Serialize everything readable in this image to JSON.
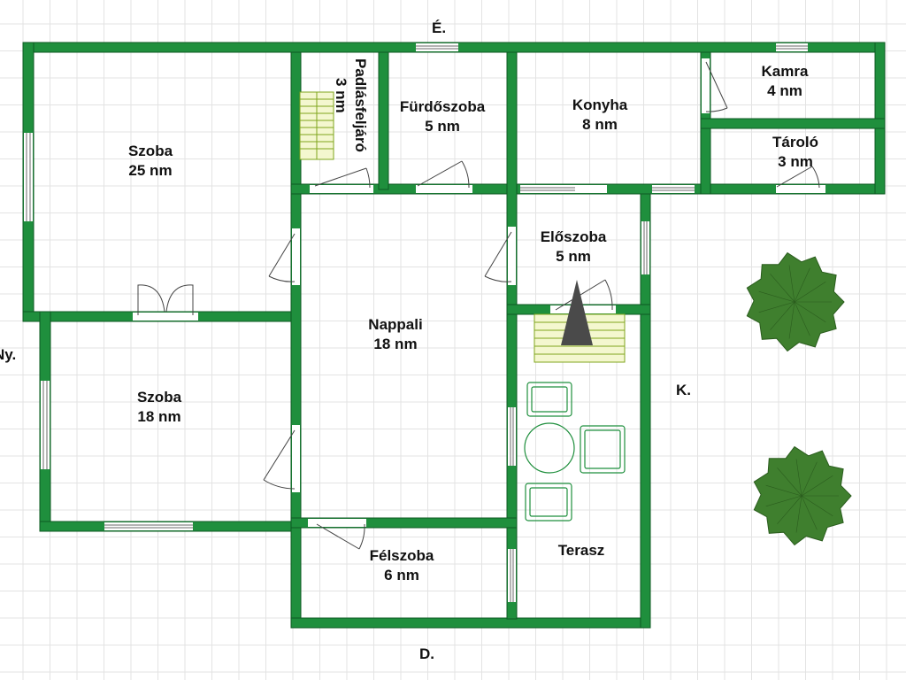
{
  "compass": {
    "north": "É.",
    "south": "D.",
    "east": "K.",
    "west": "Ny."
  },
  "rooms": [
    {
      "id": "szoba-1",
      "name": "Szoba",
      "area": "25 nm"
    },
    {
      "id": "szoba-2",
      "name": "Szoba",
      "area": "18 nm"
    },
    {
      "id": "padlas",
      "name": "Padlásfeljáró",
      "area": "3 nm"
    },
    {
      "id": "furdo",
      "name": "Fürdőszoba",
      "area": "5 nm"
    },
    {
      "id": "konyha",
      "name": "Konyha",
      "area": "8 nm"
    },
    {
      "id": "kamra",
      "name": "Kamra",
      "area": "4 nm"
    },
    {
      "id": "tarolo",
      "name": "Tároló",
      "area": "3 nm"
    },
    {
      "id": "eloszoba",
      "name": "Előszoba",
      "area": "5 nm"
    },
    {
      "id": "nappali",
      "name": "Nappali",
      "area": "18 nm"
    },
    {
      "id": "felszoba",
      "name": "Félszoba",
      "area": "6 nm"
    },
    {
      "id": "terasz",
      "name": "Terasz",
      "area": ""
    }
  ],
  "colors": {
    "wall": "#1f8f3d",
    "wall_edge": "#0d5a22",
    "stair_fill": "#f4f7cf",
    "stair_line": "#7fa51e",
    "furniture": "#1f8f3d",
    "tree": "#3f7f2e",
    "tree_edge": "#2b5d1e",
    "arrow": "#4a4a4a"
  }
}
